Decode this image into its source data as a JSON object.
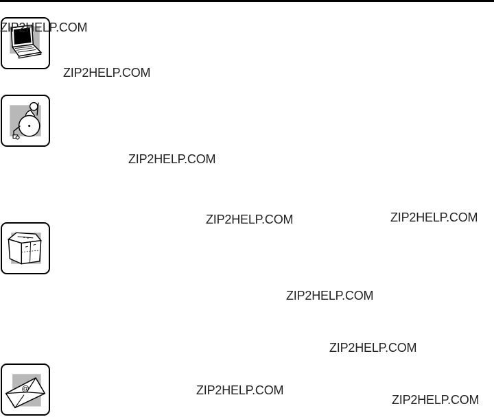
{
  "page": {
    "colors": {
      "rule": "#000000",
      "icon_shade": "#b8b8b8",
      "watermark_text": "#222222"
    }
  },
  "icons": [
    {
      "name": "laptop-icon"
    },
    {
      "name": "wheelchair-icon"
    },
    {
      "name": "packing-box-icon"
    },
    {
      "name": "email-envelope-icon"
    }
  ],
  "watermarks": [
    "ZIP2HELP.COM",
    "ZIP2HELP.COM",
    "ZIP2HELP.COM",
    "ZIP2HELP.COM",
    "ZIP2HELP.COM",
    "ZIP2HELP.COM",
    "ZIP2HELP.COM",
    "ZIP2HELP.COM",
    "ZIP2HELP.COM"
  ]
}
